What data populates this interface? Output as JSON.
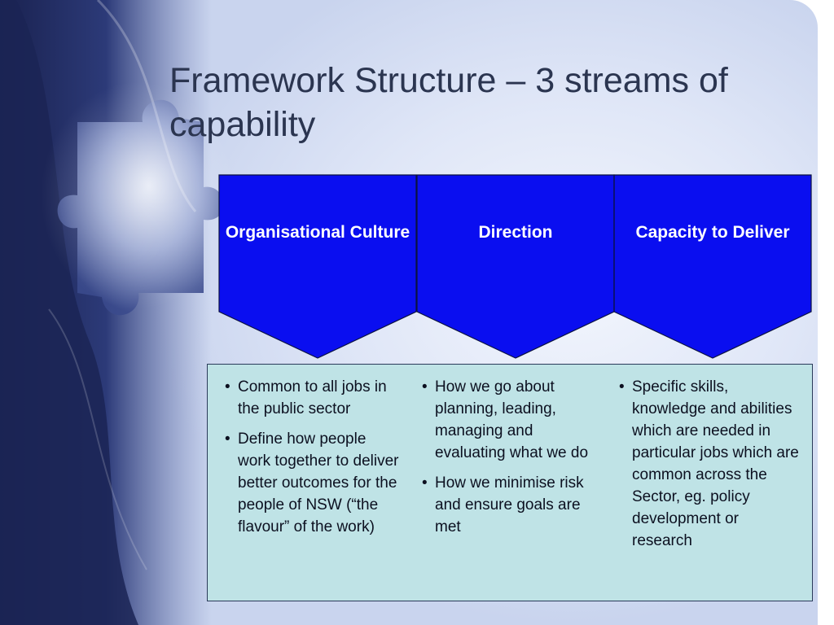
{
  "slide": {
    "title": "Framework Structure – 3 streams of capability"
  },
  "streams": [
    {
      "title": "Organisational Culture",
      "bullets": [
        "Common to all jobs in the public sector",
        "Define how people work together to deliver better outcomes for the people of NSW (“the flavour” of the work)"
      ]
    },
    {
      "title": "Direction",
      "bullets": [
        "How we go about planning, leading, managing and evaluating what we do",
        "How we minimise risk and ensure goals are met"
      ]
    },
    {
      "title": "Capacity to Deliver",
      "bullets": [
        "Specific skills, knowledge and abilities which are needed in particular jobs which are common across the Sector, eg. policy development or research"
      ]
    }
  ],
  "colors": {
    "header_fill": "#0a0ef0",
    "content_fill": "#bfe3e6",
    "title_text": "#2b3550"
  }
}
